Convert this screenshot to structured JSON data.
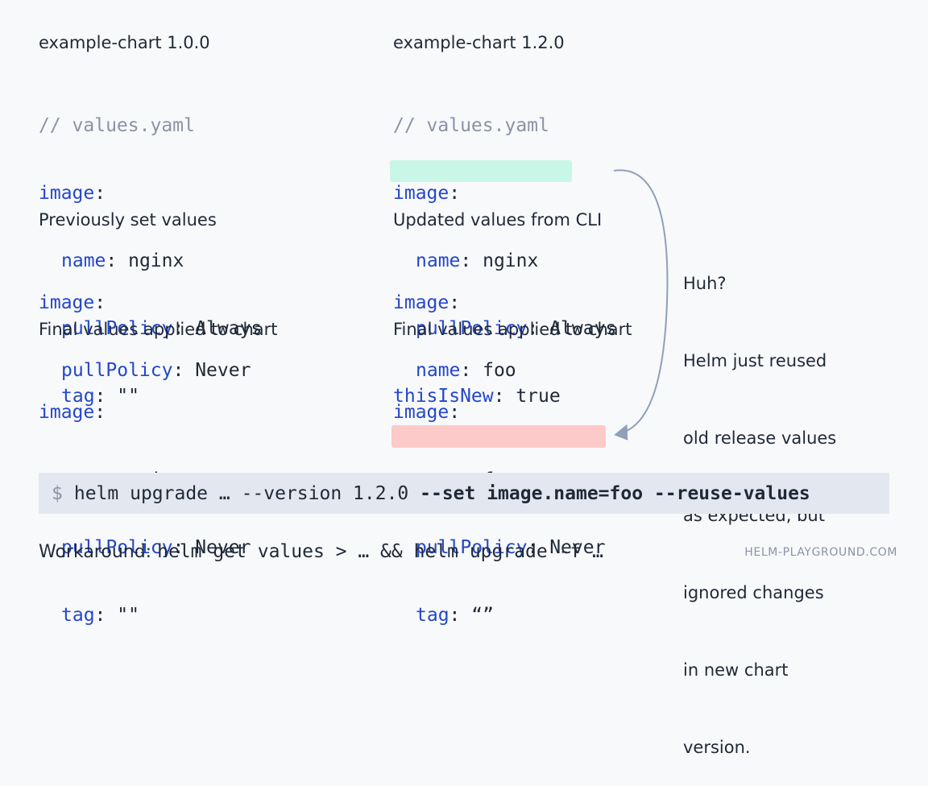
{
  "left": {
    "title": "example-chart 1.0.0",
    "values_comment": "// values.yaml",
    "values": {
      "image": "image",
      "name_key": "name",
      "name_val": "nginx",
      "pull_key": "pullPolicy",
      "pull_val": "Always",
      "tag_key": "tag",
      "tag_val": "\"\""
    },
    "previous_title": "Previously set values",
    "previous": {
      "image": "image",
      "pull_key": "pullPolicy",
      "pull_val": "Never"
    },
    "final_title": "Final values applied to chart",
    "final": {
      "image": "image",
      "name_key": "name",
      "name_val": "nginx",
      "pull_key": "pullPolicy",
      "pull_val": "Never",
      "tag_key": "tag",
      "tag_val": "\"\""
    }
  },
  "right": {
    "title": "example-chart 1.2.0",
    "values_comment": "// values.yaml",
    "values": {
      "image": "image",
      "name_key": "name",
      "name_val": "nginx",
      "pull_key": "pullPolicy",
      "pull_val": "Always",
      "new_key": "thisIsNew",
      "new_val": "true"
    },
    "updated_title": "Updated values from CLI",
    "updated": {
      "image": "image",
      "name_key": "name",
      "name_val": "foo"
    },
    "final_title": "Final values applied to chart",
    "final": {
      "image": "image",
      "name_key": "name",
      "name_val": "foo",
      "pull_key": "pullPolicy",
      "pull_val": "Never",
      "tag_key": "tag",
      "tag_val": "“”"
    }
  },
  "note": {
    "lines": [
      "Huh?",
      "Helm just reused",
      "old release values",
      "as expected, but",
      "ignored changes",
      "in new chart",
      "version."
    ]
  },
  "command": {
    "prompt": "$",
    "plain": "helm upgrade … --version 1.2.0 ",
    "bold": "--set image.name=foo --reuse-values"
  },
  "footer": {
    "label": "Workaround: ",
    "command": "helm get values > … && helm upgrade -f …",
    "brand": "HELM-PLAYGROUND.COM"
  },
  "colors": {
    "key": "#2447c9",
    "comment": "#8a93a6",
    "added_highlight": "#c9f7e7",
    "ignored_highlight": "#fdcaca",
    "arrow": "#8fa0b8"
  }
}
